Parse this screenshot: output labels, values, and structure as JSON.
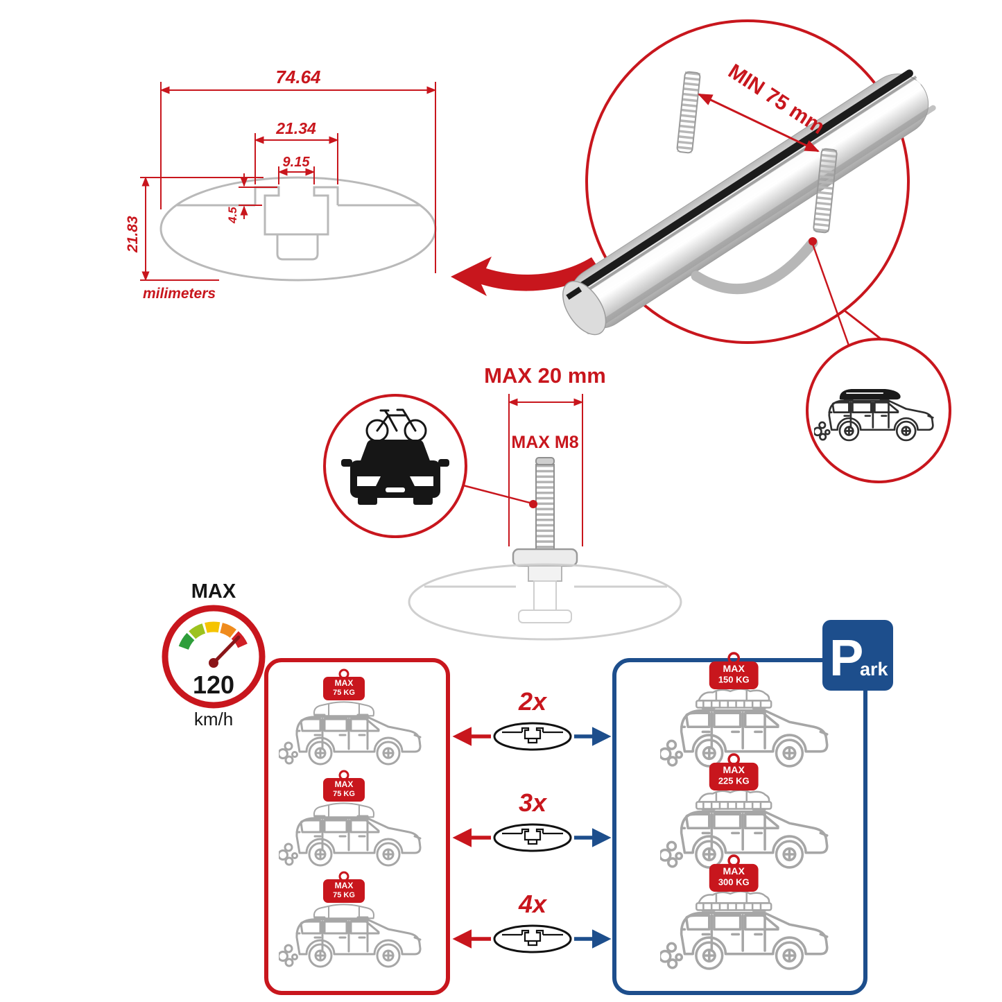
{
  "colors": {
    "red": "#c8161d",
    "blue": "#1d4e8c",
    "silver": "#b9b9b9",
    "gray": "#a6a6a6",
    "light_gray": "#cfcfcf",
    "dark": "#151515",
    "needle": "#8a1518",
    "gauge_green": "#2e9e3a",
    "gauge_lime": "#9cc21e",
    "gauge_yellow": "#f5c400",
    "gauge_orange": "#ef8b1d",
    "gauge_red": "#d01f26"
  },
  "dimension_diagram": {
    "overall_width": "74.64",
    "channel_width": "21.34",
    "slot_width": "9.15",
    "lip_depth": "4.5",
    "overall_height": "21.83",
    "units_label": "milimeters"
  },
  "bar_callout": {
    "clamp_spacing_label": "MIN 75 mm"
  },
  "bolt_callout": {
    "max_width_label": "MAX 20 mm",
    "thread_label": "MAX M8"
  },
  "speed_limit": {
    "title": "MAX",
    "value": "120",
    "unit": "km/h"
  },
  "load_table": {
    "multipliers": [
      "2x",
      "3x",
      "4x"
    ],
    "left_cars": [
      {
        "max": "MAX",
        "weight": "75 KG"
      },
      {
        "max": "MAX",
        "weight": "75 KG"
      },
      {
        "max": "MAX",
        "weight": "75 KG"
      }
    ],
    "right_cars": [
      {
        "max": "MAX",
        "weight": "150 KG"
      },
      {
        "max": "MAX",
        "weight": "225 KG"
      },
      {
        "max": "MAX",
        "weight": "300 KG"
      }
    ]
  },
  "park_sign": {
    "letter": "P",
    "suffix": "ark"
  }
}
